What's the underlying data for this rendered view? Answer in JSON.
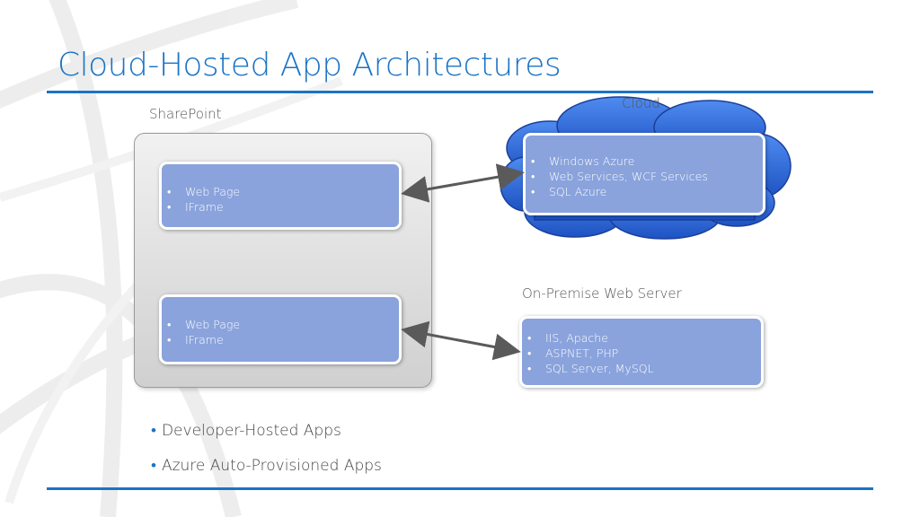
{
  "slide": {
    "title": "Cloud-Hosted App Architectures",
    "sharepoint_label": "SharePoint",
    "cloud_label": "Cloud",
    "onprem_label": "On-Premise Web Server",
    "sp_box_top": [
      "Web Page",
      "IFrame"
    ],
    "sp_box_bottom": [
      "Web Page",
      "IFrame"
    ],
    "cloud_box": [
      "Windows Azure",
      "Web Services, WCF Services",
      "SQL Azure"
    ],
    "onprem_box": [
      "IIS, Apache",
      "ASPNET, PHP",
      "SQL Server, MySQL"
    ],
    "bullets": [
      "Developer-Hosted Apps",
      "Azure Auto-Provisioned Apps"
    ]
  },
  "colors": {
    "accent": "#1a73c5",
    "box_fill": "#8aa3dc",
    "cloud_fill": "#2f6ee0"
  }
}
